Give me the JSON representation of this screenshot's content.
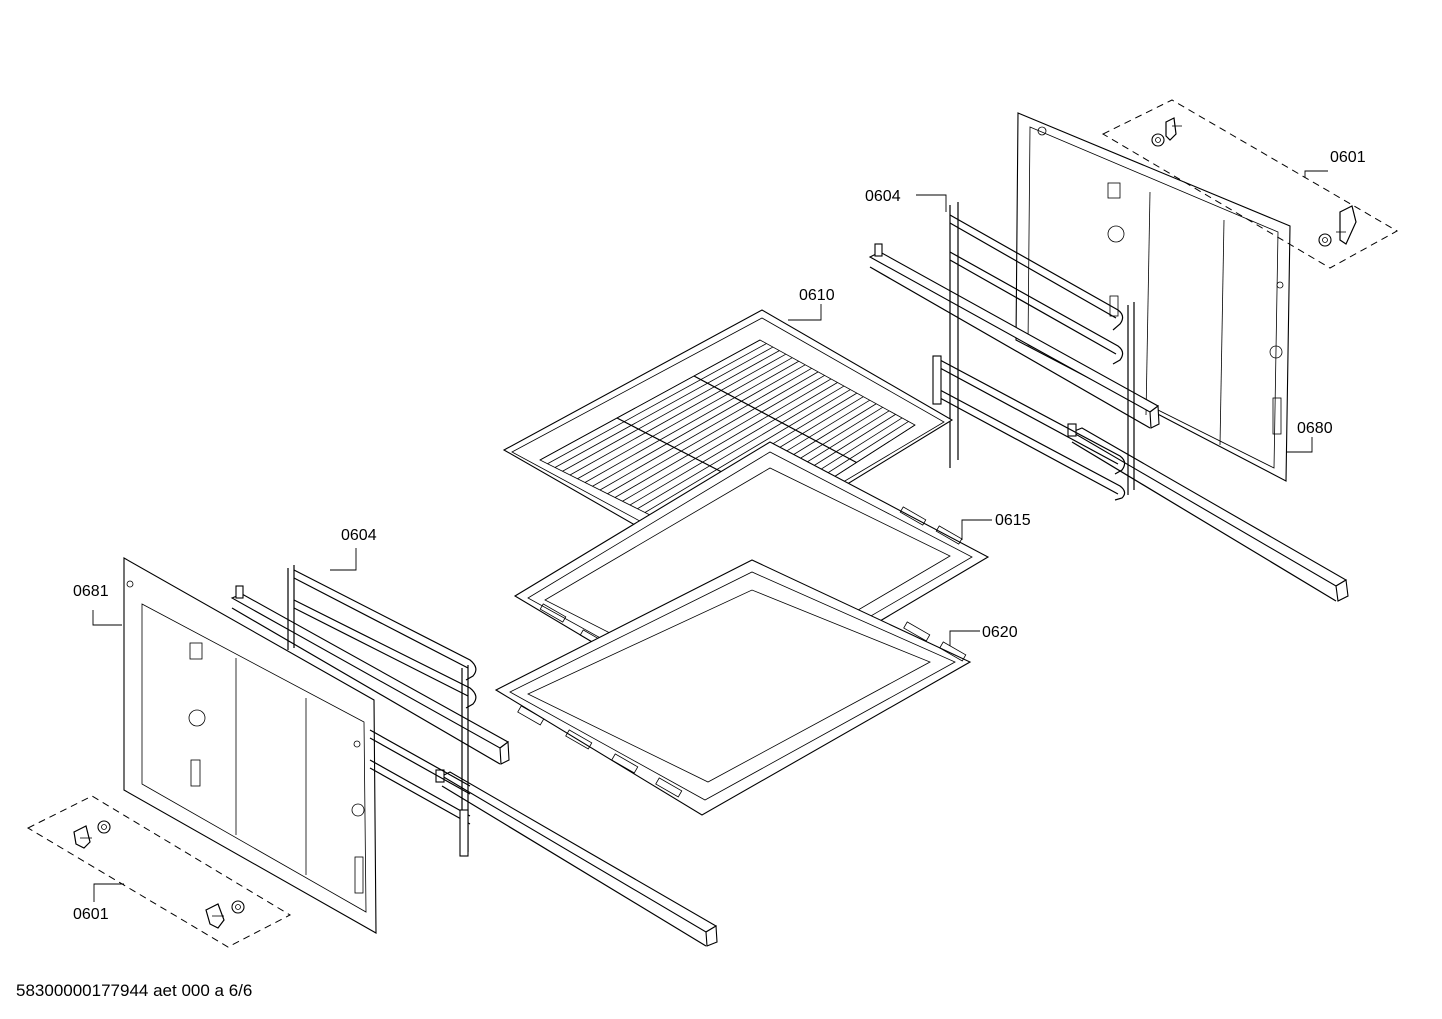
{
  "callouts": {
    "c0601_top": "0601",
    "c0604_top": "0604",
    "c0610": "0610",
    "c0680": "0680",
    "c0615": "0615",
    "c0604_left": "0604",
    "c0681": "0681",
    "c0620": "0620",
    "c0601_bottom": "0601"
  },
  "footer": {
    "text": "58300000177944 aet 000 a 6/6"
  }
}
